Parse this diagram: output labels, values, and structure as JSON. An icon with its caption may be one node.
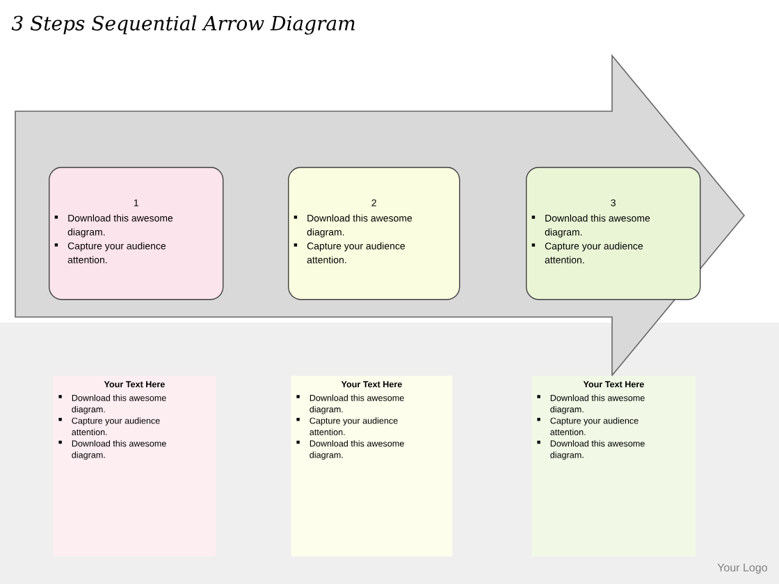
{
  "diagram": {
    "title": "3 Steps Sequential Arrow Diagram",
    "nodes": [
      {
        "text": [],
        "shape": "arrow"
      },
      {
        "text": [
          "1",
          "Download this awesome diagram.",
          "Capture your audience attention."
        ],
        "in": 0
      },
      {
        "text": [
          "2",
          "Download this awesome diagram.",
          "Capture your audience attention."
        ],
        "in": 0
      },
      {
        "text": [
          "3",
          "Download this awesome diagram.",
          "Capture your audience attention."
        ],
        "in": 0
      },
      {
        "text": [
          "Your Text Here",
          "Download this awesome diagram.",
          "Capture your audience attention.",
          "Download this awesome diagram."
        ]
      },
      {
        "text": [
          "Your Text Here",
          "Download this awesome diagram.",
          "Capture your audience attention.",
          "Download this awesome diagram."
        ]
      },
      {
        "text": [
          "Your Text Here",
          "Download this awesome diagram.",
          "Capture your audience attention.",
          "Download this awesome diagram."
        ]
      }
    ],
    "labels": [
      "Your Logo"
    ]
  }
}
